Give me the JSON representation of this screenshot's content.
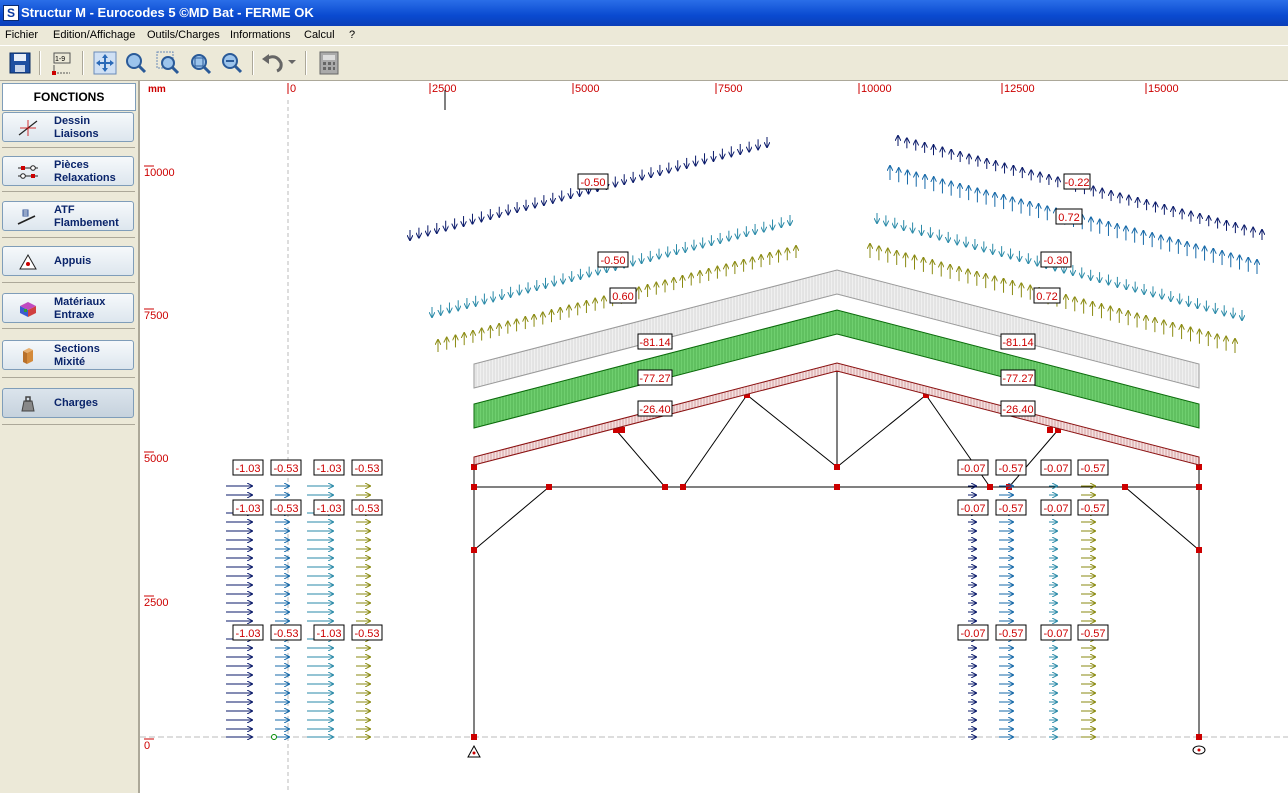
{
  "window": {
    "title": "Structur M - Eurocodes 5 ©MD Bat - FERME OK",
    "app_icon": "S"
  },
  "menu": [
    "Fichier",
    "Edition/Affichage",
    "Outils/Charges",
    "Informations",
    "Calcul",
    "?"
  ],
  "toolbar": {
    "icons": [
      "save-icon",
      "numbering-icon",
      "pan-icon",
      "zoom-in-icon",
      "zoom-window-icon",
      "zoom-extents-icon",
      "zoom-out-icon",
      "undo-icon",
      "calculator-icon"
    ],
    "numbering_label": "1-9"
  },
  "sidebar": {
    "title": "FONCTIONS",
    "buttons": [
      {
        "line1": "Dessin",
        "line2": "Liaisons",
        "icon": "drawing-icon"
      },
      {
        "line1": "Pièces",
        "line2": "Relaxations",
        "icon": "members-icon"
      },
      {
        "line1": "ATF",
        "line2": "Flambement",
        "icon": "buckling-icon"
      },
      {
        "line1": "Appuis",
        "line2": "",
        "icon": "support-icon"
      },
      {
        "line1": "Matériaux",
        "line2": "Entraxe",
        "icon": "materials-icon"
      },
      {
        "line1": "Sections",
        "line2": "Mixité",
        "icon": "sections-icon"
      },
      {
        "line1": "Charges",
        "line2": "",
        "icon": "weight-icon",
        "active": true
      }
    ]
  },
  "ruler": {
    "unit": "mm",
    "x_ticks": [
      "0",
      "2500",
      "5000",
      "7500",
      "10000",
      "12500",
      "15000"
    ],
    "y_ticks": [
      "10000",
      "7500",
      "5000",
      "2500",
      "0"
    ]
  },
  "roof_loads": {
    "left": [
      "-0.50",
      "-0.50",
      "0.60",
      "-81.14",
      "-77.27",
      "-26.40"
    ],
    "right": [
      "-0.22",
      "0.72",
      "-0.30",
      "0.72",
      "-81.14",
      "-77.27",
      "-26.40"
    ]
  },
  "wall_loads": {
    "left": [
      "-1.03",
      "-0.53",
      "-1.03",
      "-0.53"
    ],
    "right": [
      "-0.07",
      "-0.57",
      "-0.07",
      "-0.57"
    ]
  },
  "colors": {
    "navy": "#0a1a6a",
    "blue": "#1468a8",
    "teal": "#2a8aa8",
    "olive": "#8a8a10",
    "green": "#008a00",
    "red": "#cc0000",
    "ruler_red": "#cc0000"
  }
}
